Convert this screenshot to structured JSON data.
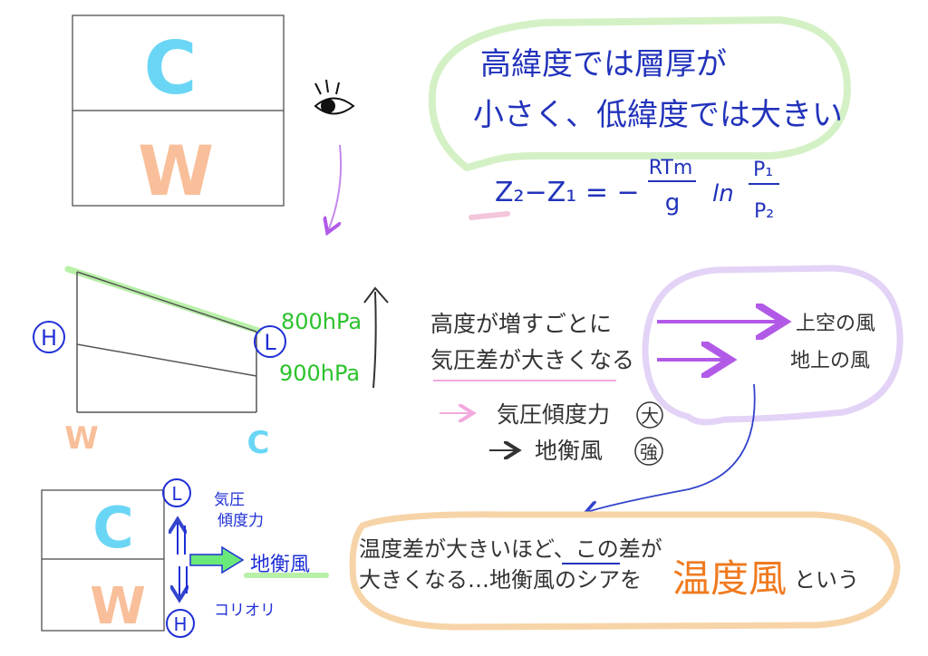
{
  "colors": {
    "cold": "#6ad6f5",
    "warm": "#f8bf9a",
    "green_bubble": "#d4f1c6",
    "purple_bubble": "#e3d3f6",
    "orange_bubble": "#f7d4a8",
    "navy_text": "#2233bb",
    "blue_ink": "#1f2fd6",
    "green_text": "#2cc22c",
    "purple_arrow": "#b25ae8",
    "pink": "#f3a9dd",
    "orange_text": "#f07a1e",
    "gray": "#444444"
  },
  "top_box": {
    "upper_label": "C",
    "lower_label": "W"
  },
  "top_bubble": {
    "line1": "高緯度では層厚が",
    "line2": "小さく、低緯度では大きい",
    "eq_lhs": "Z₂−Z₁ = −",
    "eq_num": "RTm",
    "eq_den": "g",
    "eq_ln": "ln",
    "eq_p_num": "P₁",
    "eq_p_den": "P₂"
  },
  "middle": {
    "H": "H",
    "L": "L",
    "p800": "800hPa",
    "p900": "900hPa",
    "warm_label": "W",
    "cold_label": "C",
    "text1": "高度が増すごとに",
    "text2": "気圧差が大きくなる",
    "upper_wind": "上空の風",
    "surface_wind": "地上の風",
    "pgf_text": "気圧傾度力",
    "pgf_circle": "大",
    "geo_text": "地衡風",
    "geo_circle": "強"
  },
  "bottom": {
    "upper_label": "C",
    "lower_label": "W",
    "L": "L",
    "H": "H",
    "pgf_line1": "気圧",
    "pgf_line2": "傾度力",
    "geostrophic": "地衡風",
    "coriolis": "コリオリ",
    "summary1": "温度差が大きいほど、この差が",
    "summary2": "大きくなる…地衡風のシアを",
    "thermal_wind": "温度風",
    "iu": "という"
  }
}
